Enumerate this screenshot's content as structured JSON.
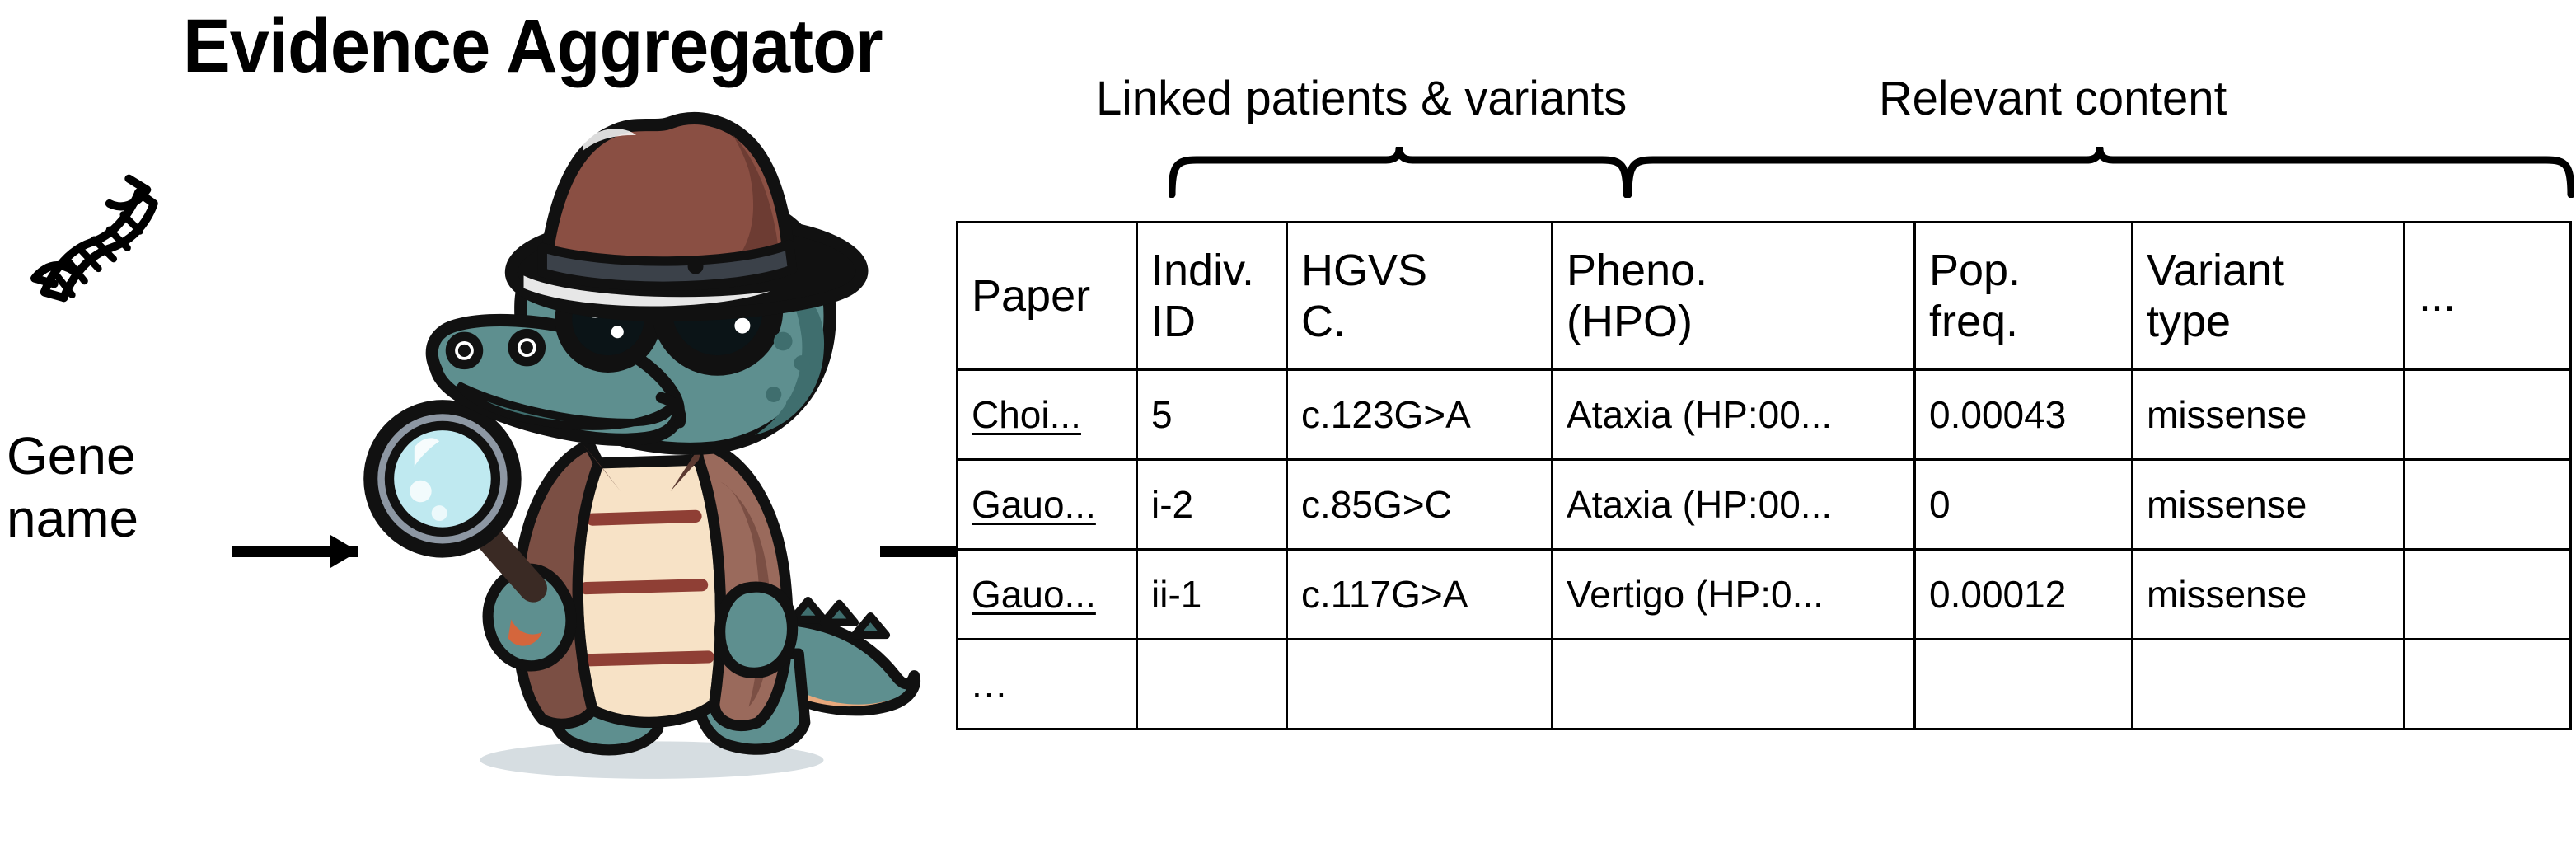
{
  "title": "Evidence Aggregator",
  "input": {
    "label": "Gene\nname",
    "icon": "dna-icon"
  },
  "agent": {
    "icon": "detective-crocodile-mascot",
    "colors": {
      "skin": "#5e8f8f",
      "skin_dark": "#3f6e6e",
      "hat": "#8a4f43",
      "hat_dark": "#6d3c33",
      "coat": "#9a6a5c",
      "coat_dark": "#7b4f44",
      "belly": "#f7e2c6",
      "snout": "#f5b48b",
      "lens": "#bfe9f0",
      "outline": "#111111"
    }
  },
  "arrows": [
    {
      "name": "arrow-gene-to-agent"
    },
    {
      "name": "arrow-agent-to-table"
    }
  ],
  "groups": [
    {
      "label": "Linked patients & variants"
    },
    {
      "label": "Relevant content"
    }
  ],
  "table": {
    "columns": [
      {
        "key": "paper",
        "line1": "Paper",
        "line2": ""
      },
      {
        "key": "indiv",
        "line1": "Indiv.",
        "line2": "ID"
      },
      {
        "key": "hgvs",
        "line1": "HGVS",
        "line2": "C."
      },
      {
        "key": "pheno",
        "line1": "Pheno.",
        "line2": "(HPO)"
      },
      {
        "key": "popfreq",
        "line1": "Pop.",
        "line2": "freq."
      },
      {
        "key": "vartype",
        "line1": "Variant",
        "line2": "type"
      },
      {
        "key": "more",
        "line1": "...",
        "line2": ""
      }
    ],
    "rows": [
      {
        "paper": "Choi...",
        "paper_is_link": true,
        "indiv": "5",
        "hgvs": "c.123G>A",
        "pheno": "Ataxia (HP:00...",
        "popfreq": "0.00043",
        "vartype": "missense",
        "more": ""
      },
      {
        "paper": "Gauo...",
        "paper_is_link": true,
        "indiv": "i-2",
        "hgvs": "c.85G>C",
        "pheno": "Ataxia (HP:00...",
        "popfreq": "0",
        "vartype": "missense",
        "more": ""
      },
      {
        "paper": "Gauo...",
        "paper_is_link": true,
        "indiv": "ii-1",
        "hgvs": "c.117G>A",
        "pheno": "Vertigo (HP:0...",
        "popfreq": "0.00012",
        "vartype": "missense",
        "more": ""
      },
      {
        "paper": "...",
        "paper_is_link": false,
        "indiv": "",
        "hgvs": "",
        "pheno": "",
        "popfreq": "",
        "vartype": "",
        "more": ""
      }
    ]
  }
}
